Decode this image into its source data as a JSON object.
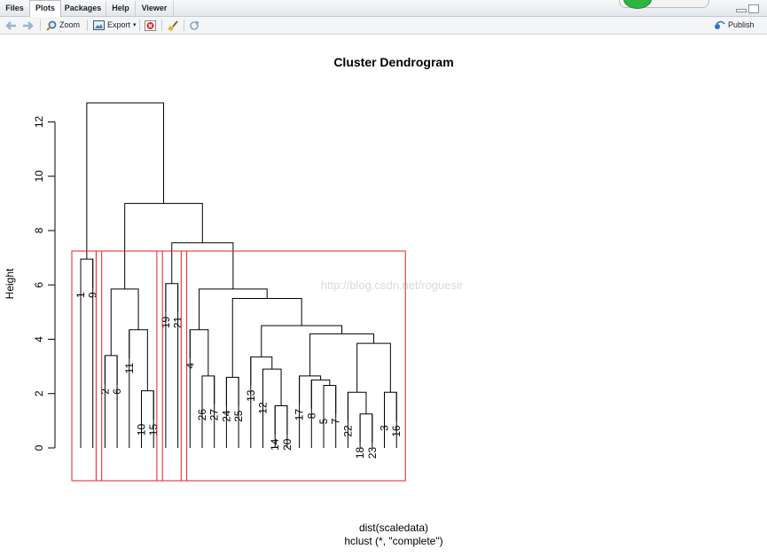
{
  "tabs": [
    "Files",
    "Plots",
    "Packages",
    "Help",
    "Viewer"
  ],
  "active_tab": "Plots",
  "toolbar": {
    "zoom_label": "Zoom",
    "export_label": "Export",
    "publish_label": "Publish"
  },
  "chart_data": {
    "type": "dendrogram",
    "title": "Cluster Dendrogram",
    "ylabel": "Height",
    "xlabel": "dist(scaledata)",
    "sublabel": "hclust (*, \"complete\")",
    "ylim": [
      0,
      12.7
    ],
    "yticks": [
      0,
      2,
      4,
      6,
      8,
      10,
      12
    ],
    "watermark": "http://blog.csdn.net/roguesir",
    "leaf_order": [
      "1",
      "9",
      "2",
      "6",
      "11",
      "10",
      "15",
      "19",
      "21",
      "4",
      "26",
      "27",
      "24",
      "25",
      "13",
      "12",
      "14",
      "20",
      "17",
      "8",
      "5",
      "7",
      "22",
      "18",
      "23",
      "3",
      "16"
    ],
    "merges": [
      {
        "left": "10",
        "right": "15",
        "height": 2.1
      },
      {
        "left": "11",
        "right": "10+15",
        "height": 4.35
      },
      {
        "left": "2",
        "right": "6",
        "height": 3.4
      },
      {
        "left": "2+6",
        "right": "11+10+15",
        "height": 5.85
      },
      {
        "left": "1",
        "right": "9",
        "height": 6.95
      },
      {
        "left": "19",
        "right": "21",
        "height": 6.05
      },
      {
        "left": "26",
        "right": "27",
        "height": 2.65
      },
      {
        "left": "4",
        "right": "26+27",
        "height": 4.35
      },
      {
        "left": "24",
        "right": "25",
        "height": 2.6
      },
      {
        "left": "14",
        "right": "20",
        "height": 1.55
      },
      {
        "left": "12",
        "right": "14+20",
        "height": 2.9
      },
      {
        "left": "13",
        "right": "12+14+20",
        "height": 3.35
      },
      {
        "left": "5",
        "right": "7",
        "height": 2.3
      },
      {
        "left": "8",
        "right": "5+7",
        "height": 2.5
      },
      {
        "left": "17",
        "right": "8+5+7",
        "height": 2.65
      },
      {
        "left": "18",
        "right": "23",
        "height": 1.25
      },
      {
        "left": "22",
        "right": "18+23",
        "height": 2.05
      },
      {
        "left": "3",
        "right": "16",
        "height": 2.05
      },
      {
        "left": "22+18+23",
        "right": "3+16",
        "height": 3.85
      },
      {
        "left": "17+8+5+7",
        "right": "22+18+23+3+16",
        "height": 4.2
      },
      {
        "left": "13+12+14+20",
        "right": "17..16",
        "height": 4.5
      },
      {
        "left": "24+25",
        "right": "13..16",
        "height": 5.5
      },
      {
        "left": "4+26+27",
        "right": "24..16",
        "height": 5.85
      },
      {
        "left": "19+21",
        "right": "4..16",
        "height": 7.55
      },
      {
        "left": "2..15",
        "right": "19..16",
        "height": 9.0
      },
      {
        "left": "1+9",
        "right": "2..16",
        "height": 12.7
      }
    ],
    "highlight_boxes": [
      {
        "leaves": [
          "1",
          "9"
        ]
      },
      {
        "leaves": [
          "2",
          "6",
          "11",
          "10",
          "15"
        ]
      },
      {
        "leaves": [
          "19",
          "21"
        ]
      },
      {
        "leaves": [
          "4",
          "26",
          "27",
          "24",
          "25",
          "13",
          "12",
          "14",
          "20",
          "17",
          "8",
          "5",
          "7",
          "22",
          "18",
          "23",
          "3",
          "16"
        ]
      }
    ]
  }
}
